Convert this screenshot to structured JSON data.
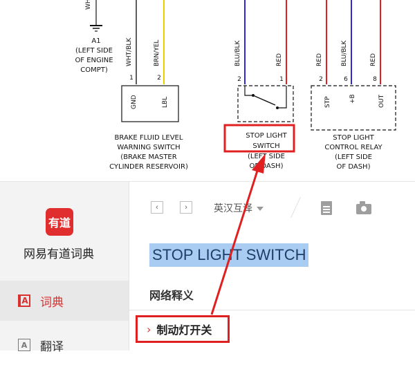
{
  "diagram": {
    "top_label": "WHT",
    "ground_label": "A1",
    "ground_desc": [
      "(LEFT SIDE",
      "OF ENGINE",
      "COMPT)"
    ],
    "wire_left_1": "WHT/BLK",
    "wire_left_2": "BRN/YEL",
    "pin_1": "1",
    "pin_2": "2",
    "pin_6": "6",
    "pin_8": "8",
    "fluid_gnd": "GND",
    "fluid_lbl": "LBL",
    "fluid_desc": [
      "BRAKE FLUID LEVEL",
      "WARNING SWITCH",
      "(BRAKE MASTER",
      "CYLINDER RESERVOIR)"
    ],
    "wire_mid_1": "BLU/BLK",
    "wire_mid_2": "RED",
    "switch_desc": [
      "STOP LIGHT",
      "SWITCH",
      "(LEFT SIDE",
      "OF DASH)"
    ],
    "wire_r1": "RED",
    "wire_r2": "BLU/BLK",
    "wire_r3": "RED",
    "relay_stp": "STP",
    "relay_b": "+B",
    "relay_out": "OUT",
    "relay_desc": [
      "STOP LIGHT",
      "CONTROL RELAY",
      "(LEFT SIDE",
      "OF DASH)"
    ],
    "colors": {
      "red_wire": "#e02020",
      "yellow_wire": "#e6d200",
      "blue_wire": "#2b2bd0",
      "black_wire": "#333333"
    }
  },
  "app": {
    "logo_text": "有道",
    "name": "网易有道词典",
    "nav": [
      {
        "label": "词典",
        "icon": "dictionary-icon",
        "icon_glyph": "A"
      },
      {
        "label": "翻译",
        "icon": "translate-icon",
        "icon_glyph": "A"
      }
    ],
    "toolbar": {
      "back_glyph": "‹",
      "forward_glyph": "›",
      "mode": "英汉互译"
    },
    "query": "STOP LIGHT SWITCH",
    "section_tab": "网络释义",
    "result": {
      "chevron": "›",
      "text": "制动灯开关"
    },
    "accent": "#d9312f",
    "highlight": "#a9cdf2",
    "annotation_color": "#e02020"
  }
}
